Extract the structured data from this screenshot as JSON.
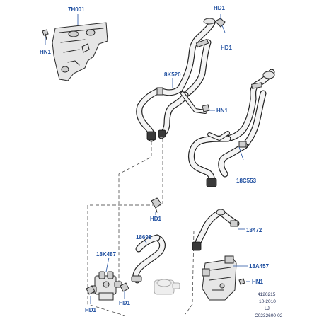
{
  "callouts": {
    "c_7h001": "7H001",
    "c_hd1_top": "HD1",
    "c_hn1_top": "HN1",
    "c_hd1_top2": "HD1",
    "c_8k520": "8K520",
    "c_hn1_mid": "HN1",
    "c_18c553": "18C553",
    "c_hd1_mid": "HD1",
    "c_18698": "18698",
    "c_18472": "18472",
    "c_18k487": "18K487",
    "c_18a457": "18A457",
    "c_hn1_low": "HN1",
    "c_hd1_bl": "HD1",
    "c_hd1_bm": "HD1"
  },
  "footer": {
    "ref": "4120215",
    "date": "10-2010",
    "initials": "LJ",
    "code": "C0232600-02"
  },
  "colors": {
    "callout": "#1f4fa0",
    "line": "#2a2a2a"
  }
}
